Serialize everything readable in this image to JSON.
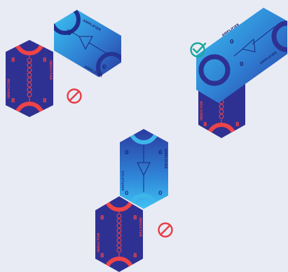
{
  "colors": {
    "background": "#e9ebf4",
    "navy_tile": "#2e3192",
    "navy_dark": "#262a80",
    "red_connector": "#ee4448",
    "cyan_connector": "#3fb6ea",
    "gradient_blue_dark": "#2742a6",
    "gradient_blue_light": "#33b4ee",
    "ok_mark": "#19a89a",
    "no_mark": "#e63d45"
  },
  "icons": {
    "valid": "check-circle-icon",
    "invalid": "prohibited-icon"
  },
  "tile_text": {
    "inductor_number": "8",
    "inductor_label": "INDUCTOR",
    "amplifier_number": "0",
    "amplifier_label": "AMPLIFIER"
  },
  "examples": [
    {
      "name": "side-connection",
      "valid": false
    },
    {
      "name": "stacked-match",
      "valid": true
    },
    {
      "name": "stacked-mismatch",
      "valid": false
    }
  ]
}
